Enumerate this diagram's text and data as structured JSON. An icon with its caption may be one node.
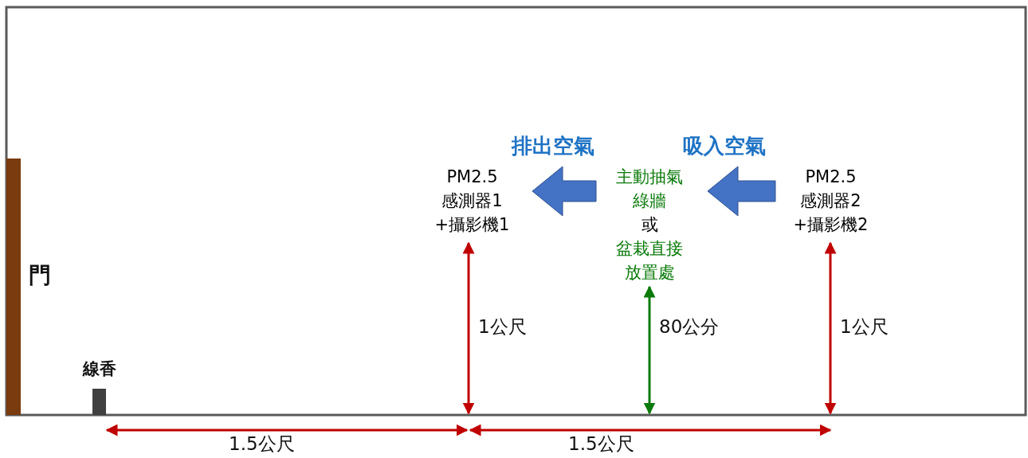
{
  "diagram": {
    "nodes": [
      {
        "text": [
          "PM2.5",
          "感測器1",
          "+攝影機1"
        ]
      },
      {
        "text": [
          "主動抽氣綠牆",
          "或",
          "盆栽直接放置處"
        ]
      },
      {
        "text": [
          "PM2.5",
          "感測器2",
          "+攝影機2"
        ]
      }
    ],
    "edges": [
      {
        "from": 1,
        "to": 0,
        "arrow": "to",
        "label": "排出空氣"
      },
      {
        "from": 2,
        "to": 1,
        "arrow": "to",
        "label": "吸入空氣"
      }
    ],
    "labels": [
      "門",
      "線香",
      "1公尺",
      "80公分",
      "1公尺",
      "1.5公尺",
      "1.5公尺"
    ]
  }
}
